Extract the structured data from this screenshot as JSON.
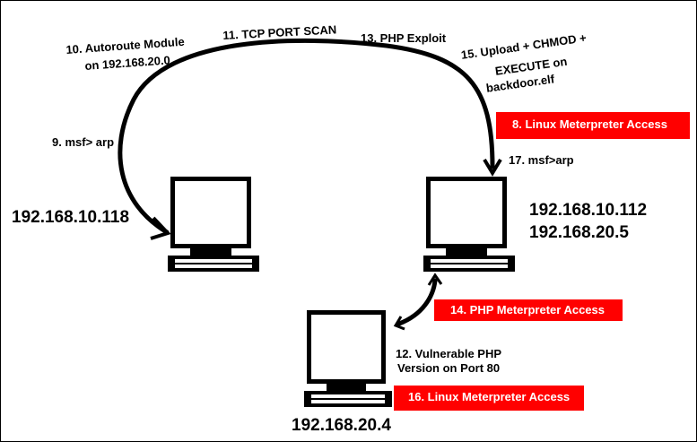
{
  "colors": {
    "line": "#000000",
    "badge_bg": "#ff0000",
    "badge_text": "#ffffff"
  },
  "hosts": {
    "attacker": {
      "ip": "192.168.10.118"
    },
    "pivot": {
      "ip_lines": [
        "192.168.10.112",
        "192.168.20.5"
      ]
    },
    "target": {
      "ip": "192.168.20.4"
    }
  },
  "steps": {
    "s9": "9. msf> arp",
    "s10_line1": "10. Autoroute Module",
    "s10_line2": "on 192.168.20.0",
    "s11": "11. TCP PORT SCAN",
    "s13": "13. PHP Exploit",
    "s15_line1": "15. Upload + CHMOD +",
    "s15_line2": "EXECUTE on",
    "s15_line3": "backdoor.elf",
    "s17": "17. msf>arp",
    "s12_line1": "12. Vulnerable PHP",
    "s12_line2": "Version on Port 80"
  },
  "badges": {
    "b8": "8. Linux Meterpreter Access",
    "b14": "14. PHP Meterpreter Access",
    "b16": "16. Linux Meterpreter Access"
  }
}
